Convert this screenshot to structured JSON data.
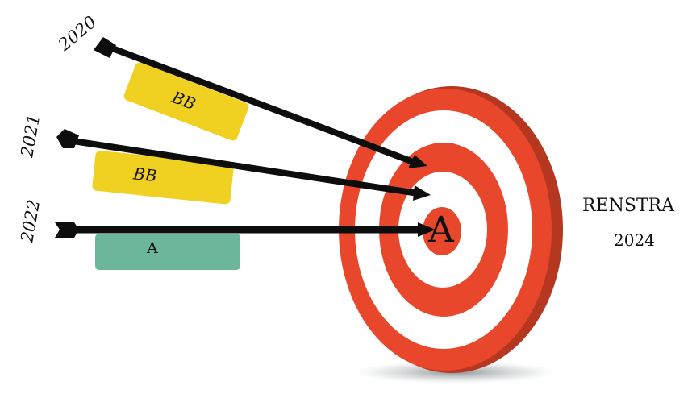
{
  "years": [
    "2020",
    "2021",
    "2022"
  ],
  "grades": [
    "BB",
    "BB",
    "A"
  ],
  "center_grade": "A",
  "side_title": "RENSTRA",
  "side_year": "2024",
  "colors": {
    "ring_red": "#e8472b",
    "ring_dark": "#b53720",
    "ring_white": "#ffffff",
    "label_yellow": "#f0d020",
    "label_green": "#6cb79c",
    "arrow": "#0d0d0d",
    "shadow": "#9aa0a3"
  }
}
